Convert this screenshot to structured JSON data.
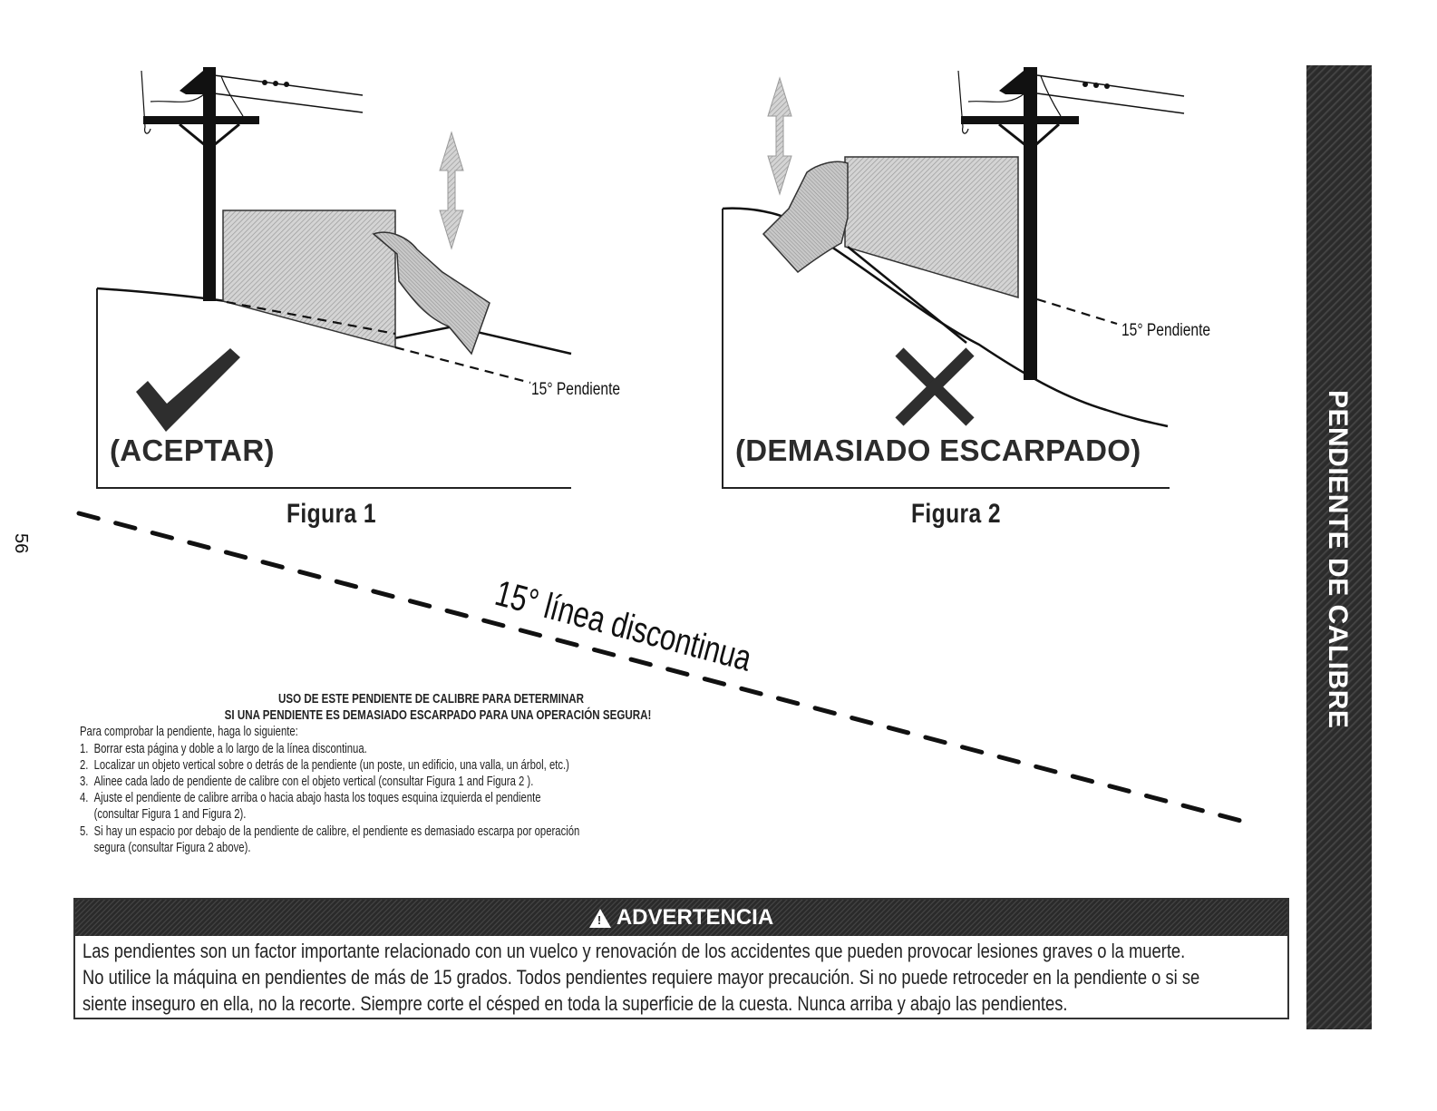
{
  "page": {
    "page_number": "56",
    "side_tab": "PENDIENTE DE CALIBRE"
  },
  "figures": [
    {
      "id": "figura-1",
      "caption": "Figura 1",
      "verdict": "(ACEPTAR)",
      "verdict_icon": "checkmark-icon",
      "slope_label": "15° Pendiente"
    },
    {
      "id": "figura-2",
      "caption": "Figura 2",
      "verdict": "(DEMASIADO ESCARPADO)",
      "verdict_icon": "x-mark-icon",
      "slope_label": "15° Pendiente"
    }
  ],
  "fold_line": {
    "label": "15° línea discontinua",
    "angle_degrees": 15
  },
  "instructions": {
    "heading_line1": "USO DE ESTE PENDIENTE DE CALIBRE PARA DETERMINAR",
    "heading_line2": "SI UNA PENDIENTE ES DEMASIADO ESCARPADO PARA UNA OPERACIÓN SEGURA!",
    "intro": "Para comprobar la pendiente, haga lo siguiente:",
    "steps": [
      {
        "num": "1.",
        "text": "Borrar esta página y doble a lo largo de la línea discontinua.",
        "cont": ""
      },
      {
        "num": "2.",
        "text": "Localizar un objeto vertical sobre o detrás de la pendiente (un poste, un edificio, una valla,  un árbol, etc.)",
        "cont": ""
      },
      {
        "num": "3.",
        "text": "Alinee cada lado de pendiente de calibre con el objeto vertical (consultar Figura 1 and Figura 2 ).",
        "cont": ""
      },
      {
        "num": "4.",
        "text": "Ajuste el pendiente de calibre arriba o hacia abajo hasta los toques esquina izquierda el pendiente",
        "cont": "(consultar Figura 1 and Figura 2)."
      },
      {
        "num": "5.",
        "text": "Si hay un espacio por debajo de la pendiente de calibre, el pendiente es demasiado escarpa por operación",
        "cont": "segura (consultar Figura 2 above)."
      }
    ]
  },
  "warning": {
    "icon": "warning-triangle-icon",
    "title": "ADVERTENCIA",
    "lines": [
      "Las pendientes son un factor importante relacionado con un vuelco y renovación de los accidentes que pueden provocar lesiones graves o la muerte.",
      "No utilice la máquina en pendientes de más de 15 grados. Todos pendientes requiere mayor precaución. Si no puede retroceder en la pendiente o si se",
      "siente inseguro en ella, no la recorte. Siempre corte el césped en toda la superficie de la cuesta. Nunca arriba y abajo las pendientes."
    ]
  },
  "colors": {
    "ink": "#111111",
    "hatch_gray": "#bdbdbd",
    "band_dark": "#2b2b2b"
  }
}
